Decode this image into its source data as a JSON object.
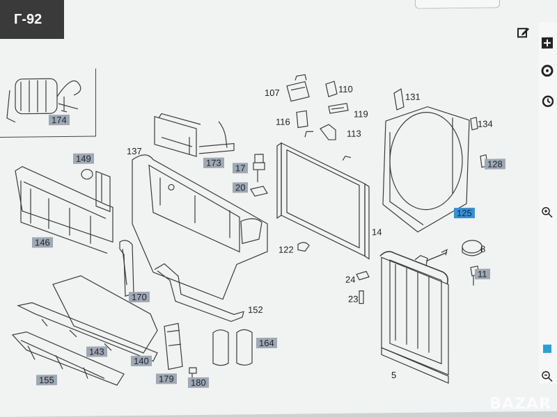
{
  "badge": {
    "text": "Г-92"
  },
  "watermark": {
    "text": "BAZAR"
  },
  "diagram": {
    "labels": {
      "p174": "174",
      "p173": "173",
      "p149": "149",
      "p146": "146",
      "p137": "137",
      "p170": "170",
      "p143": "143",
      "p140": "140",
      "p155": "155",
      "p179": "179",
      "p180": "180",
      "p164": "164",
      "p152": "152",
      "p107": "107",
      "p110": "110",
      "p116": "116",
      "p119": "119",
      "p113": "113",
      "p17": "17",
      "p20": "20",
      "p14": "14",
      "p122": "122",
      "p24": "24",
      "p23": "23",
      "p131": "131",
      "p134": "134",
      "p128": "128",
      "p125": "125",
      "p8": "8",
      "p11": "11",
      "p5": "5"
    }
  },
  "toolbar": {
    "icons": [
      "edit-icon",
      "add-page-icon",
      "settings-icon",
      "history-icon",
      "zoom-in-icon",
      "zoom-out-icon"
    ]
  },
  "colors": {
    "highlight": "#9fa8b3",
    "selected": "#3b8fd0",
    "ink": "#333333"
  }
}
